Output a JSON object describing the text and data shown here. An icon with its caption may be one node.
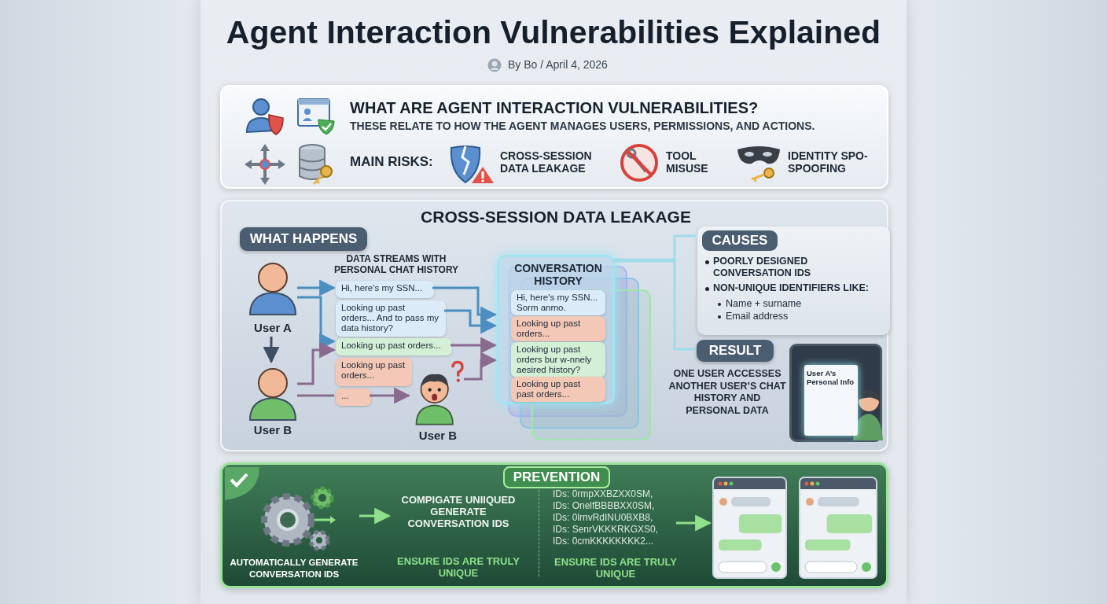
{
  "diagram": {
    "title": "Agent Interaction Vulnerabilities Explained",
    "nodes": [
      {
        "text": [
          "WHAT ARE AGENT INTERACTION VULNERABILITIES?",
          "THESE RELATE TO HOW THE AGENT MANAGES USERS, PERMISSIONS, AND ACTIONS."
        ]
      },
      {
        "text": [
          "CROSS-SESSION DATA LEAKAGE"
        ]
      },
      {
        "text": [
          "WHAT HAPPENS"
        ],
        "in": 1
      },
      {
        "text": [
          "User A"
        ],
        "in": 1
      },
      {
        "text": [
          "User B"
        ],
        "in": 1
      },
      {
        "text": [
          "Hi, here's my SSN..."
        ],
        "in": 1
      },
      {
        "text": [
          "Looking up past orders... And to pass my data history?"
        ],
        "in": 1
      },
      {
        "text": [
          "Looking up past orders..."
        ],
        "in": 1
      },
      {
        "text": [
          "Looking up past orders..."
        ],
        "in": 1
      },
      {
        "text": [
          "..."
        ],
        "in": 1
      },
      {
        "text": [
          "User B"
        ],
        "in": 1
      },
      {
        "text": [
          "CONVERSATION HISTORY"
        ],
        "in": 1
      },
      {
        "text": [
          "Hi, here's my SSN... Sorm anmo."
        ],
        "in": 11
      },
      {
        "text": [
          "Looking up past orders..."
        ],
        "in": 11
      },
      {
        "text": [
          "Looking up past orders bur w-nnely aesired history?"
        ],
        "in": 11
      },
      {
        "text": [
          "Looking up past past orders..."
        ],
        "in": 11
      },
      {
        "text": [
          "CAUSES",
          "POORLY DESIGNED CONVERSATION IDS",
          "NON-UNIQUE IDENTIFIERS LIKE:",
          "Name + surname",
          "Email address"
        ],
        "in": 1
      },
      {
        "text": [
          "RESULT"
        ],
        "in": 1,
        "beside": [
          "ONE USER ACCESSES ANOTHER USER’S CHAT HISTORY AND PERSONAL DATA"
        ]
      },
      {
        "text": [
          "User A’s Personal Info"
        ],
        "in": 1
      },
      {
        "text": [
          "PREVENTION"
        ]
      },
      {
        "text": [
          "AUTOMATICALLY GENERATE CONVERSATION IDS"
        ],
        "in": 19
      },
      {
        "text": [
          "COMPIGATE UNIIQUED GENERATE CONVERSATION IDS",
          "ENSURE IDS ARE TRULY UNIQUE"
        ],
        "in": 19
      },
      {
        "text": [
          "IDs: 0rmpXXBZXX0SM,",
          "IDs: OnelfBBBBXX0SM,",
          "IDs: 0lrnvRdINU0BXB8,",
          "IDs: SenrVKKKRKGXS0,",
          "IDs: 0cmKKKKKKKK2...",
          "ENSURE IDS ARE TRULY UNIQUE"
        ],
        "in": 19
      },
      {
        "text": [],
        "shape": "picture",
        "in": 19
      },
      {
        "text": [],
        "shape": "picture",
        "in": 19
      }
    ],
    "edges": [
      {
        "from": 3,
        "to": 4,
        "arrow": "to",
        "color": "#3d4f63"
      },
      {
        "from": 3,
        "to": 5,
        "arrow": "to"
      },
      {
        "from": 3,
        "to": 7,
        "arrow": "to"
      },
      {
        "from": 4,
        "to": 7,
        "arrow": "to",
        "color": "#8a6a8f"
      },
      {
        "from": 4,
        "to": 9,
        "arrow": "none",
        "color": "#8a6a8f"
      },
      {
        "from": 9,
        "to": 10,
        "arrow": "to",
        "color": "#8a6a8f"
      },
      {
        "from": 5,
        "to": 11,
        "arrow": "to"
      },
      {
        "from": 6,
        "to": 11,
        "arrow": "to"
      },
      {
        "from": 7,
        "to": 11,
        "arrow": "to",
        "color": "#8a6a8f"
      },
      {
        "from": 10,
        "to": 11,
        "arrow": "to",
        "color": "#8a6a8f"
      },
      {
        "from": 11,
        "to": 16,
        "arrow": "none",
        "color": "#9fdcea"
      },
      {
        "from": 11,
        "to": 17,
        "arrow": "none",
        "color": "#9fdcea"
      },
      {
        "from": 20,
        "to": 21,
        "arrow": "to",
        "color": "#8fe08a"
      },
      {
        "from": 22,
        "to": 23,
        "arrow": "to",
        "color": "#8fe08a"
      }
    ],
    "labels": [
      "By Bo / April 4, 2026",
      "MAIN RISKS:",
      "CROSS-SESSION DATA LEAKAGE",
      "TOOL MISUSE",
      "IDENTITY SPO- SPOOFING",
      "DATA STREAMS WITH PERSONAL CHAT HISTORY"
    ]
  }
}
